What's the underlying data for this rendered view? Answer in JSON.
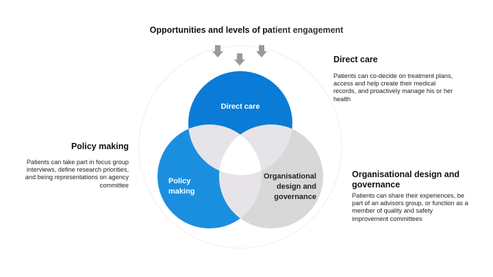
{
  "title": {
    "prefix": "Opportunities and levels of pa",
    "accent": "tient engagement"
  },
  "arrows": [
    {
      "icon": "arrow-down-icon"
    },
    {
      "icon": "arrow-down-icon"
    },
    {
      "icon": "arrow-down-icon"
    }
  ],
  "venn": {
    "circles": [
      {
        "id": "direct-care",
        "label_lines": [
          "Direct care"
        ],
        "color": "#0a7bd6",
        "label_color": "#ffffff"
      },
      {
        "id": "policy-making",
        "label_lines": [
          "Policy",
          "making"
        ],
        "color": "#1a8fe0",
        "label_color": "#ffffff"
      },
      {
        "id": "organisational-design",
        "label_lines": [
          "Organisational",
          "design and",
          "governance"
        ],
        "color": "#d8d8d8",
        "label_color": "#222222"
      }
    ],
    "overlap_color": "#e6e4e8",
    "center_color": "#ffffff",
    "outer_ring_color": "#eeeeee"
  },
  "sections": {
    "direct_care": {
      "heading": "Direct care",
      "lines": [
        "Patients can co-decide on treatment plans,",
        "access and help create their medical",
        "records, and proactively manage his or her",
        "health"
      ]
    },
    "policy_making": {
      "heading": "Policy making",
      "lines": [
        "Patients can take part in focus group",
        "interviews, define research priorities,",
        "and being representations on agency",
        "committee"
      ]
    },
    "organisational": {
      "heading_lines": [
        "Organisational design and",
        "governance"
      ],
      "lines": [
        "Patients can share their experiences, be",
        "part of an advisors group, or function as a",
        "member of quality and safety",
        "improvement committees"
      ]
    }
  }
}
